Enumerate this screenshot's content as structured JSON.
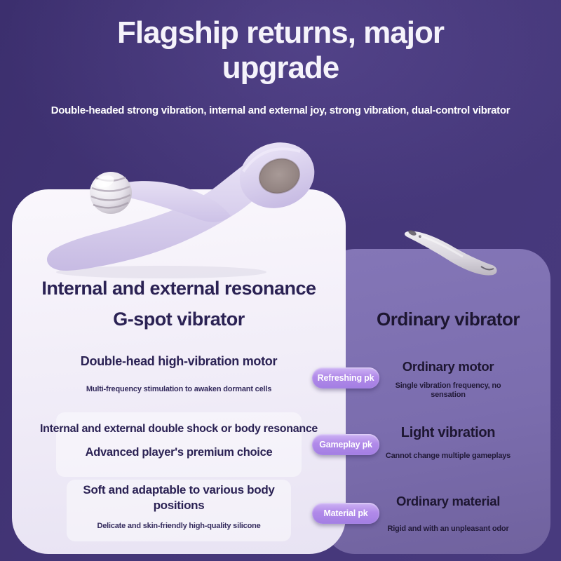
{
  "header": {
    "title": "Flagship returns, major upgrade",
    "subtitle": "Double-headed strong vibration, internal and external joy, strong vibration, dual-control vibrator"
  },
  "left_card": {
    "title_line1": "Internal and external resonance",
    "title_line2": "G-spot vibrator",
    "rows": [
      {
        "title": "Double-head high-vibration motor",
        "subtitle": "Multi-frequency stimulation to awaken dormant cells"
      },
      {
        "title": "Internal and external double shock or body resonance",
        "subtitle": "Advanced player's premium choice"
      },
      {
        "title": "Soft and adaptable to various body positions",
        "subtitle": "Delicate and skin-friendly high-quality silicone"
      }
    ]
  },
  "right_card": {
    "title": "Ordinary vibrator",
    "rows": [
      {
        "title": "Ordinary motor",
        "subtitle": "Single vibration frequency, no sensation"
      },
      {
        "title": "Light vibration",
        "subtitle": "Cannot change multiple gameplays"
      },
      {
        "title": "Ordinary material",
        "subtitle": "Rigid and with an unpleasant odor"
      }
    ]
  },
  "badges": [
    {
      "label": "Refreshing pk"
    },
    {
      "label": "Gameplay pk"
    },
    {
      "label": "Material pk"
    }
  ],
  "images": {
    "main_product": "lavender-g-spot-vibrator-photo",
    "ordinary_product": "gray-ordinary-vibrator-photo"
  },
  "colors": {
    "background": "#41337a",
    "light_card": "#f1edf8",
    "purple_card": "#7c6eaf",
    "badge_top": "#cdb3f4",
    "badge_bottom": "#a37ee3",
    "hero_text": "#ffffff",
    "left_heading": "#2b2254",
    "right_heading": "#1d1631",
    "product_lavender": "#cfc4e9"
  }
}
